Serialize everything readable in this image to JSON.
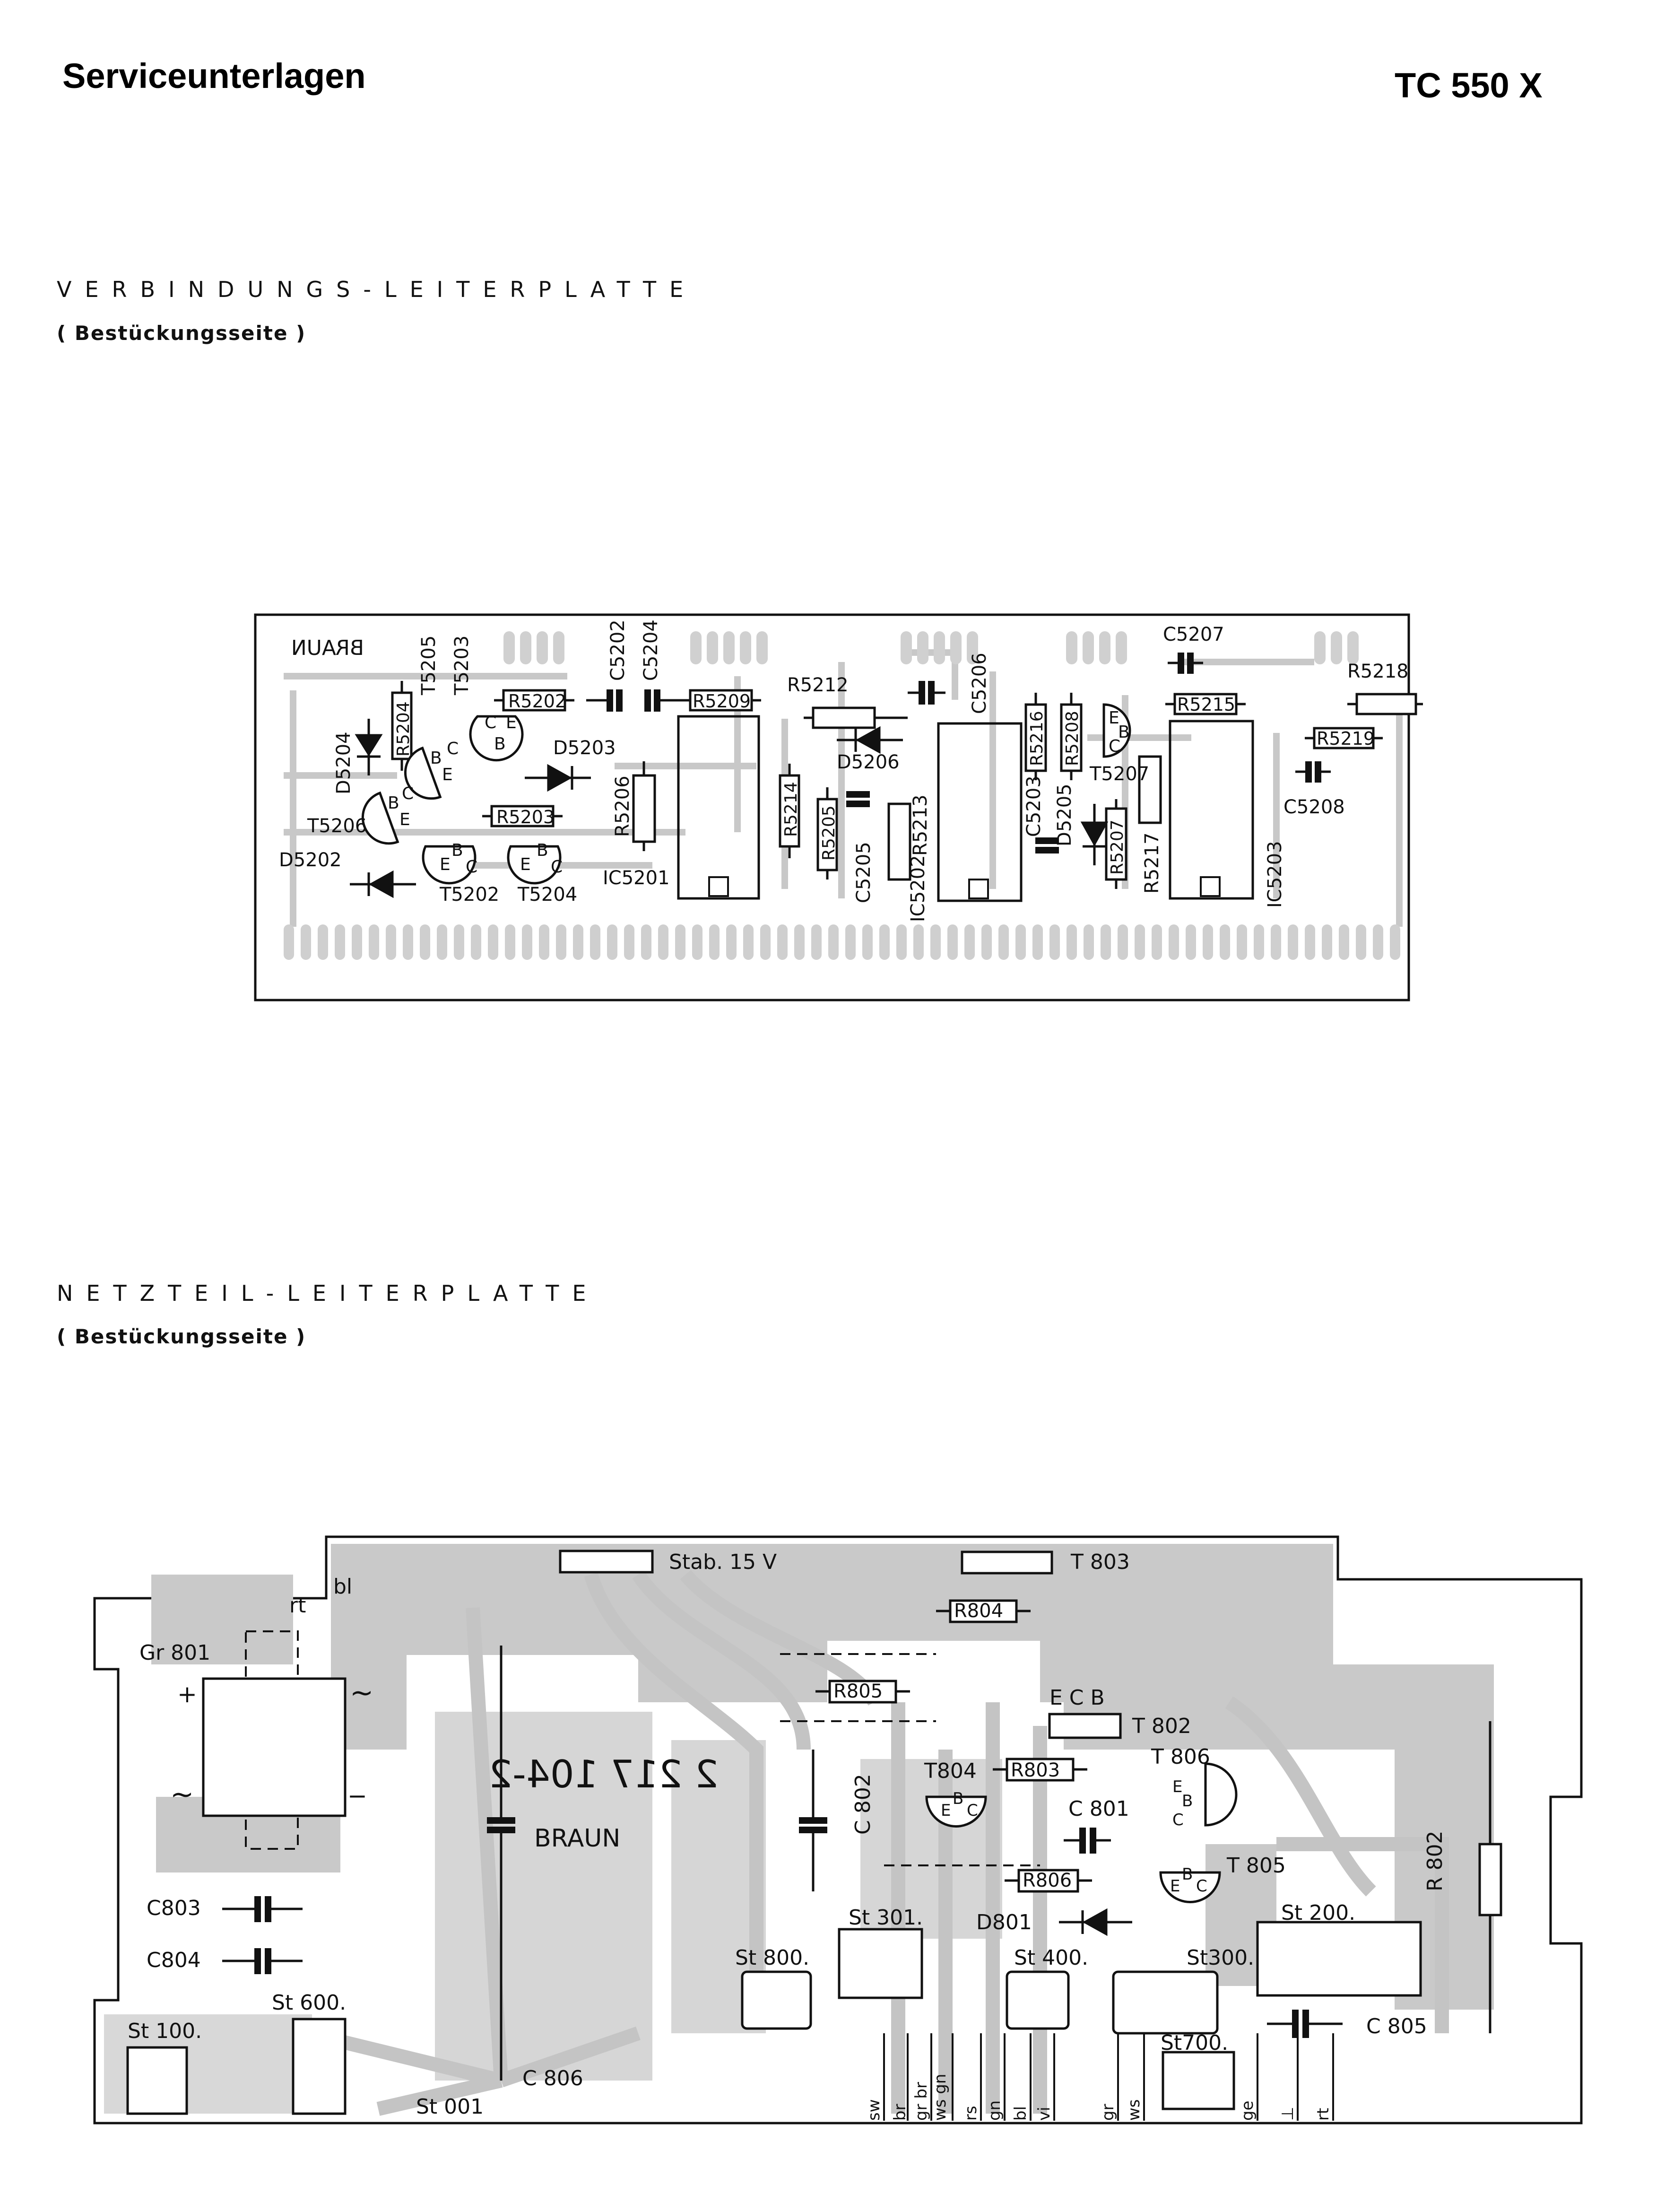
{
  "header": {
    "left": "Serviceunterlagen",
    "right": "TC 550 X"
  },
  "section1": {
    "title": "VERBINDUNGS-LEITERPLATTE",
    "subtitle": "( Bestückungsseite )",
    "logo_text": "BRAUN",
    "labels": {
      "T5205": "T5205",
      "T5203": "T5203",
      "R5204": "R5204",
      "D5204": "D5204",
      "R5202": "R5202",
      "C5202": "C5202",
      "C5204": "C5204",
      "R5209": "R5209",
      "D5203": "D5203",
      "R5206": "R5206",
      "T5206": "T5206",
      "R5203": "R5203",
      "D5202": "D5202",
      "T5202": "T5202",
      "T5204": "T5204",
      "IC5201": "IC5201",
      "R5212": "R5212",
      "D5206": "D5206",
      "R5214": "R5214",
      "R5205": "R5205",
      "C5205": "C5205",
      "R5213": "R5213",
      "IC5202": "IC5202",
      "C5206": "C5206",
      "R5216": "R5216",
      "R5208": "R5208",
      "C5203": "C5203",
      "D5205": "D5205",
      "T5207": "T5207",
      "R5207": "R5207",
      "R5217": "R5217",
      "C5207": "C5207",
      "R5215": "R5215",
      "R5218": "R5218",
      "R5219": "R5219",
      "C5208": "C5208",
      "IC5203": "IC5203",
      "pin_E": "E",
      "pin_B": "B",
      "pin_C": "C"
    }
  },
  "section2": {
    "title": "NETZTEIL-LEITERPLATTE",
    "subtitle": "( Bestückungsseite )",
    "board_id": "2 217 104-2",
    "logo_text": "BRAUN",
    "labels": {
      "stab": "Stab. 15 V",
      "T803": "T 803",
      "R804": "R804",
      "R805": "R805",
      "ECB": "E C B",
      "T802": "T 802",
      "T804": "T804",
      "R803": "R803",
      "T806": "T 806",
      "C801": "C 801",
      "C802": "C 802",
      "R806": "R806",
      "T805": "T 805",
      "D801": "D801",
      "R802": "R 802",
      "St200": "St 200.",
      "St300": "St300.",
      "St400": "St 400.",
      "St301": "St 301.",
      "St800": "St 800.",
      "St700": "St700.",
      "C805": "C 805",
      "Gr801": "Gr 801",
      "rt": "rt",
      "bl": "bl",
      "plus": "+",
      "minus": "−",
      "tilde": "~",
      "C803": "C803",
      "C804": "C804",
      "St100": "St 100.",
      "St600": "St 600.",
      "St001": "St 001",
      "C806": "C 806"
    },
    "wire_colors": [
      "sw",
      "br",
      "gr br",
      "ws gn",
      "rs",
      "gn",
      "bl",
      "vi",
      "gr",
      "ws",
      "ge",
      "⊥",
      "rt"
    ]
  }
}
